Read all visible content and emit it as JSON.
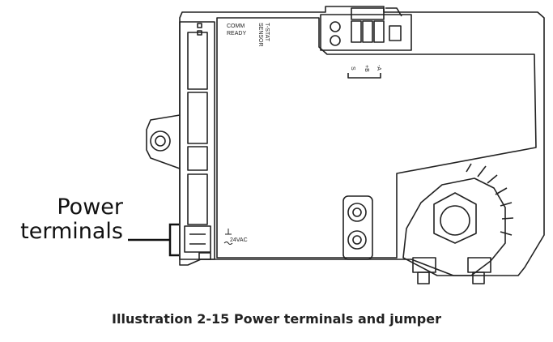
{
  "callout": {
    "line1": "Power",
    "line2": "terminals"
  },
  "labels": {
    "comm_ready": [
      "COMM",
      "READY"
    ],
    "tstat_sensor": [
      "T-STAT",
      "SENSOR"
    ],
    "bus_labels": [
      "S",
      "+B",
      "-A"
    ],
    "voltage": "24VAC"
  },
  "caption": "Illustration 2-15 Power terminals and jumper",
  "colors": {
    "line": "#222222",
    "background": "#ffffff"
  }
}
